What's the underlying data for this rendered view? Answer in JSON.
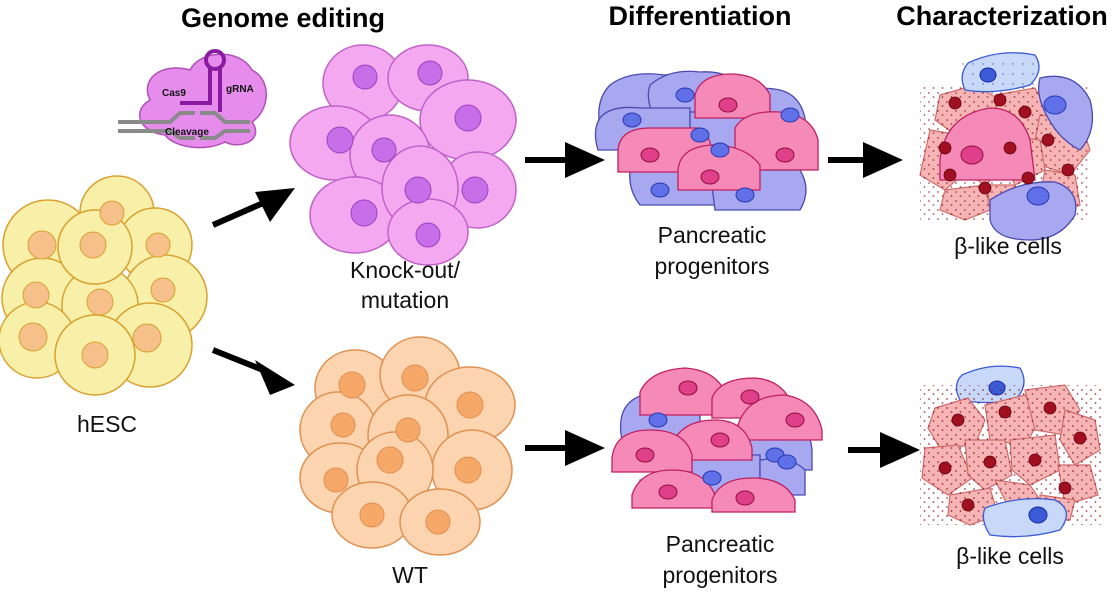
{
  "headers": {
    "genome_editing": "Genome editing",
    "differentiation": "Differentiation",
    "characterization": "Characterization"
  },
  "cas9_complex": {
    "cas9": "Cas9",
    "grna": "gRNA",
    "cleavage": "Cleavage"
  },
  "labels": {
    "hesc": "hESC",
    "knockout_line1": "Knock-out/",
    "knockout_line2": "mutation",
    "wt": "WT",
    "progenitors_top_line1": "Pancreatic",
    "progenitors_top_line2": "progenitors",
    "progenitors_bottom_line1": "Pancreatic",
    "progenitors_bottom_line2": "progenitors",
    "beta_top": "β-like cells",
    "beta_bottom": "β-like cells"
  },
  "colors": {
    "hesc_fill": "#f8f0a8",
    "hesc_nucleus": "#f5c08a",
    "hesc_stroke": "#d9a030",
    "ko_fill": "#f4a8f0",
    "ko_nucleus": "#c86ee8",
    "ko_stroke": "#c060c8",
    "wt_fill": "#fcd4b0",
    "wt_nucleus": "#f5a868",
    "wt_stroke": "#e09050",
    "prog_pink": "#f58ab8",
    "prog_pink_nucleus": "#e0408a",
    "prog_purple": "#a8a8f0",
    "prog_purple_nucleus": "#6070e8",
    "beta_fill": "#f7b4b4",
    "beta_stroke": "#d06a6a",
    "beta_nucleus": "#a01020",
    "alpha_fill": "#c8d8f8",
    "alpha_nucleus": "#3a5ad8",
    "cas9_fill": "#e58cec",
    "grna_stroke": "#8a1aa0",
    "dna_stroke": "#8a8a8a"
  }
}
